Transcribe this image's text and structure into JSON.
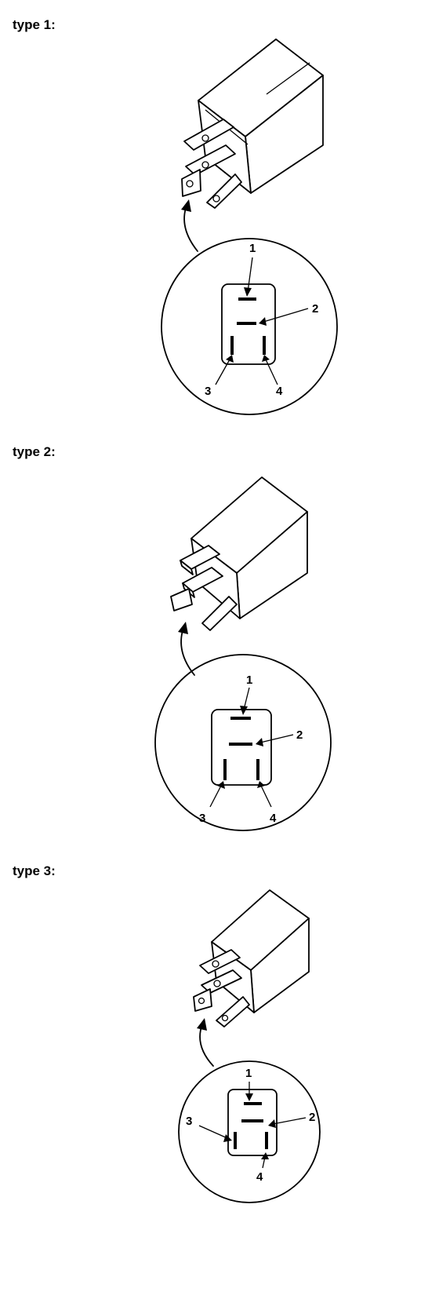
{
  "sections": [
    {
      "label": "type 1:",
      "pins": [
        "1",
        "2",
        "3",
        "4"
      ]
    },
    {
      "label": "type 2:",
      "pins": [
        "1",
        "2",
        "3",
        "4"
      ]
    },
    {
      "label": "type 3:",
      "pins": [
        "1",
        "2",
        "3",
        "4"
      ]
    }
  ]
}
